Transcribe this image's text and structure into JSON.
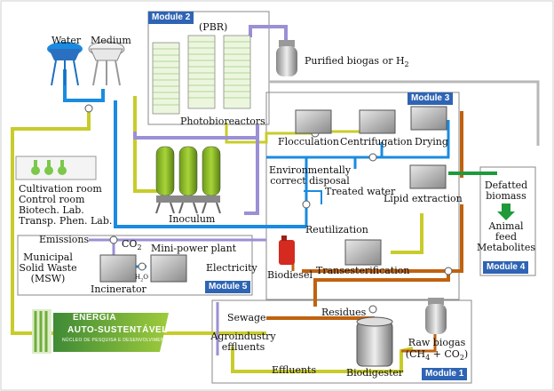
{
  "modules": {
    "m1": "Module 1",
    "m2": "Module 2",
    "m3": "Module 3",
    "m4": "Module 4",
    "m5": "Module 5"
  },
  "labels": {
    "water": "Water",
    "medium": "Medium",
    "pbr": "(PBR)",
    "purified_biogas": "Purified biogas or H",
    "purified_biogas_sub": "2",
    "photobioreactors": "Photobioreactors",
    "flocculation": "Flocculation",
    "centrifugation": "Centrifugation",
    "drying": "Drying",
    "env_disposal_1": "Environmentally",
    "env_disposal_2": "correct disposal",
    "treated_water": "Treated water",
    "lipid_extraction": "Lipid extraction",
    "reutilization": "Reutilization",
    "defatted_1": "Defatted",
    "defatted_2": "biomass",
    "animal_1": "Animal",
    "animal_2": "feed",
    "metabolites": "Metabolites",
    "cultivation": "Cultivation room",
    "control": "Control room",
    "biotech": "Biotech. Lab.",
    "transp": "Transp. Phen. Lab.",
    "inoculum": "Inoculum",
    "emissions": "Emissions",
    "co2": "CO",
    "co2_sub": "2",
    "mini_power": "Mini-power plant",
    "msw_1": "Municipal",
    "msw_2": "Solid Waste",
    "msw_3": "(MSW)",
    "h2o": "H",
    "h2o_sub": "2",
    "h2o_end": "O",
    "electricity": "Electricity",
    "incinerator": "Incinerator",
    "biodiesel": "Biodiesel",
    "transesterification": "Transesterification",
    "residues": "Residues",
    "sewage": "Sewage",
    "agro_1": "Agroindustry",
    "agro_2": "effluents",
    "effluents": "Effluents",
    "biodigester": "Biodigester",
    "raw_biogas_1": "Raw biogas",
    "raw_biogas_2": "(CH",
    "raw_biogas_sub1": "4",
    "raw_biogas_3": " + CO",
    "raw_biogas_sub2": "2",
    "raw_biogas_4": ")"
  },
  "logo": {
    "line1": "ENERGIA",
    "line2": "AUTO-SUSTENTÁVEL",
    "line3": "NÚCLEO DE PESQUISA E DESENVOLVIMENTO"
  },
  "colors": {
    "yellow_line": "#c8cc2a",
    "blue_line": "#1a8be0",
    "purple_line": "#9b8fd6",
    "orange_line": "#c0620f",
    "green_line": "#1f9a3a",
    "module_badge": "#2f64b4",
    "grey_line": "#b8b8b8"
  }
}
